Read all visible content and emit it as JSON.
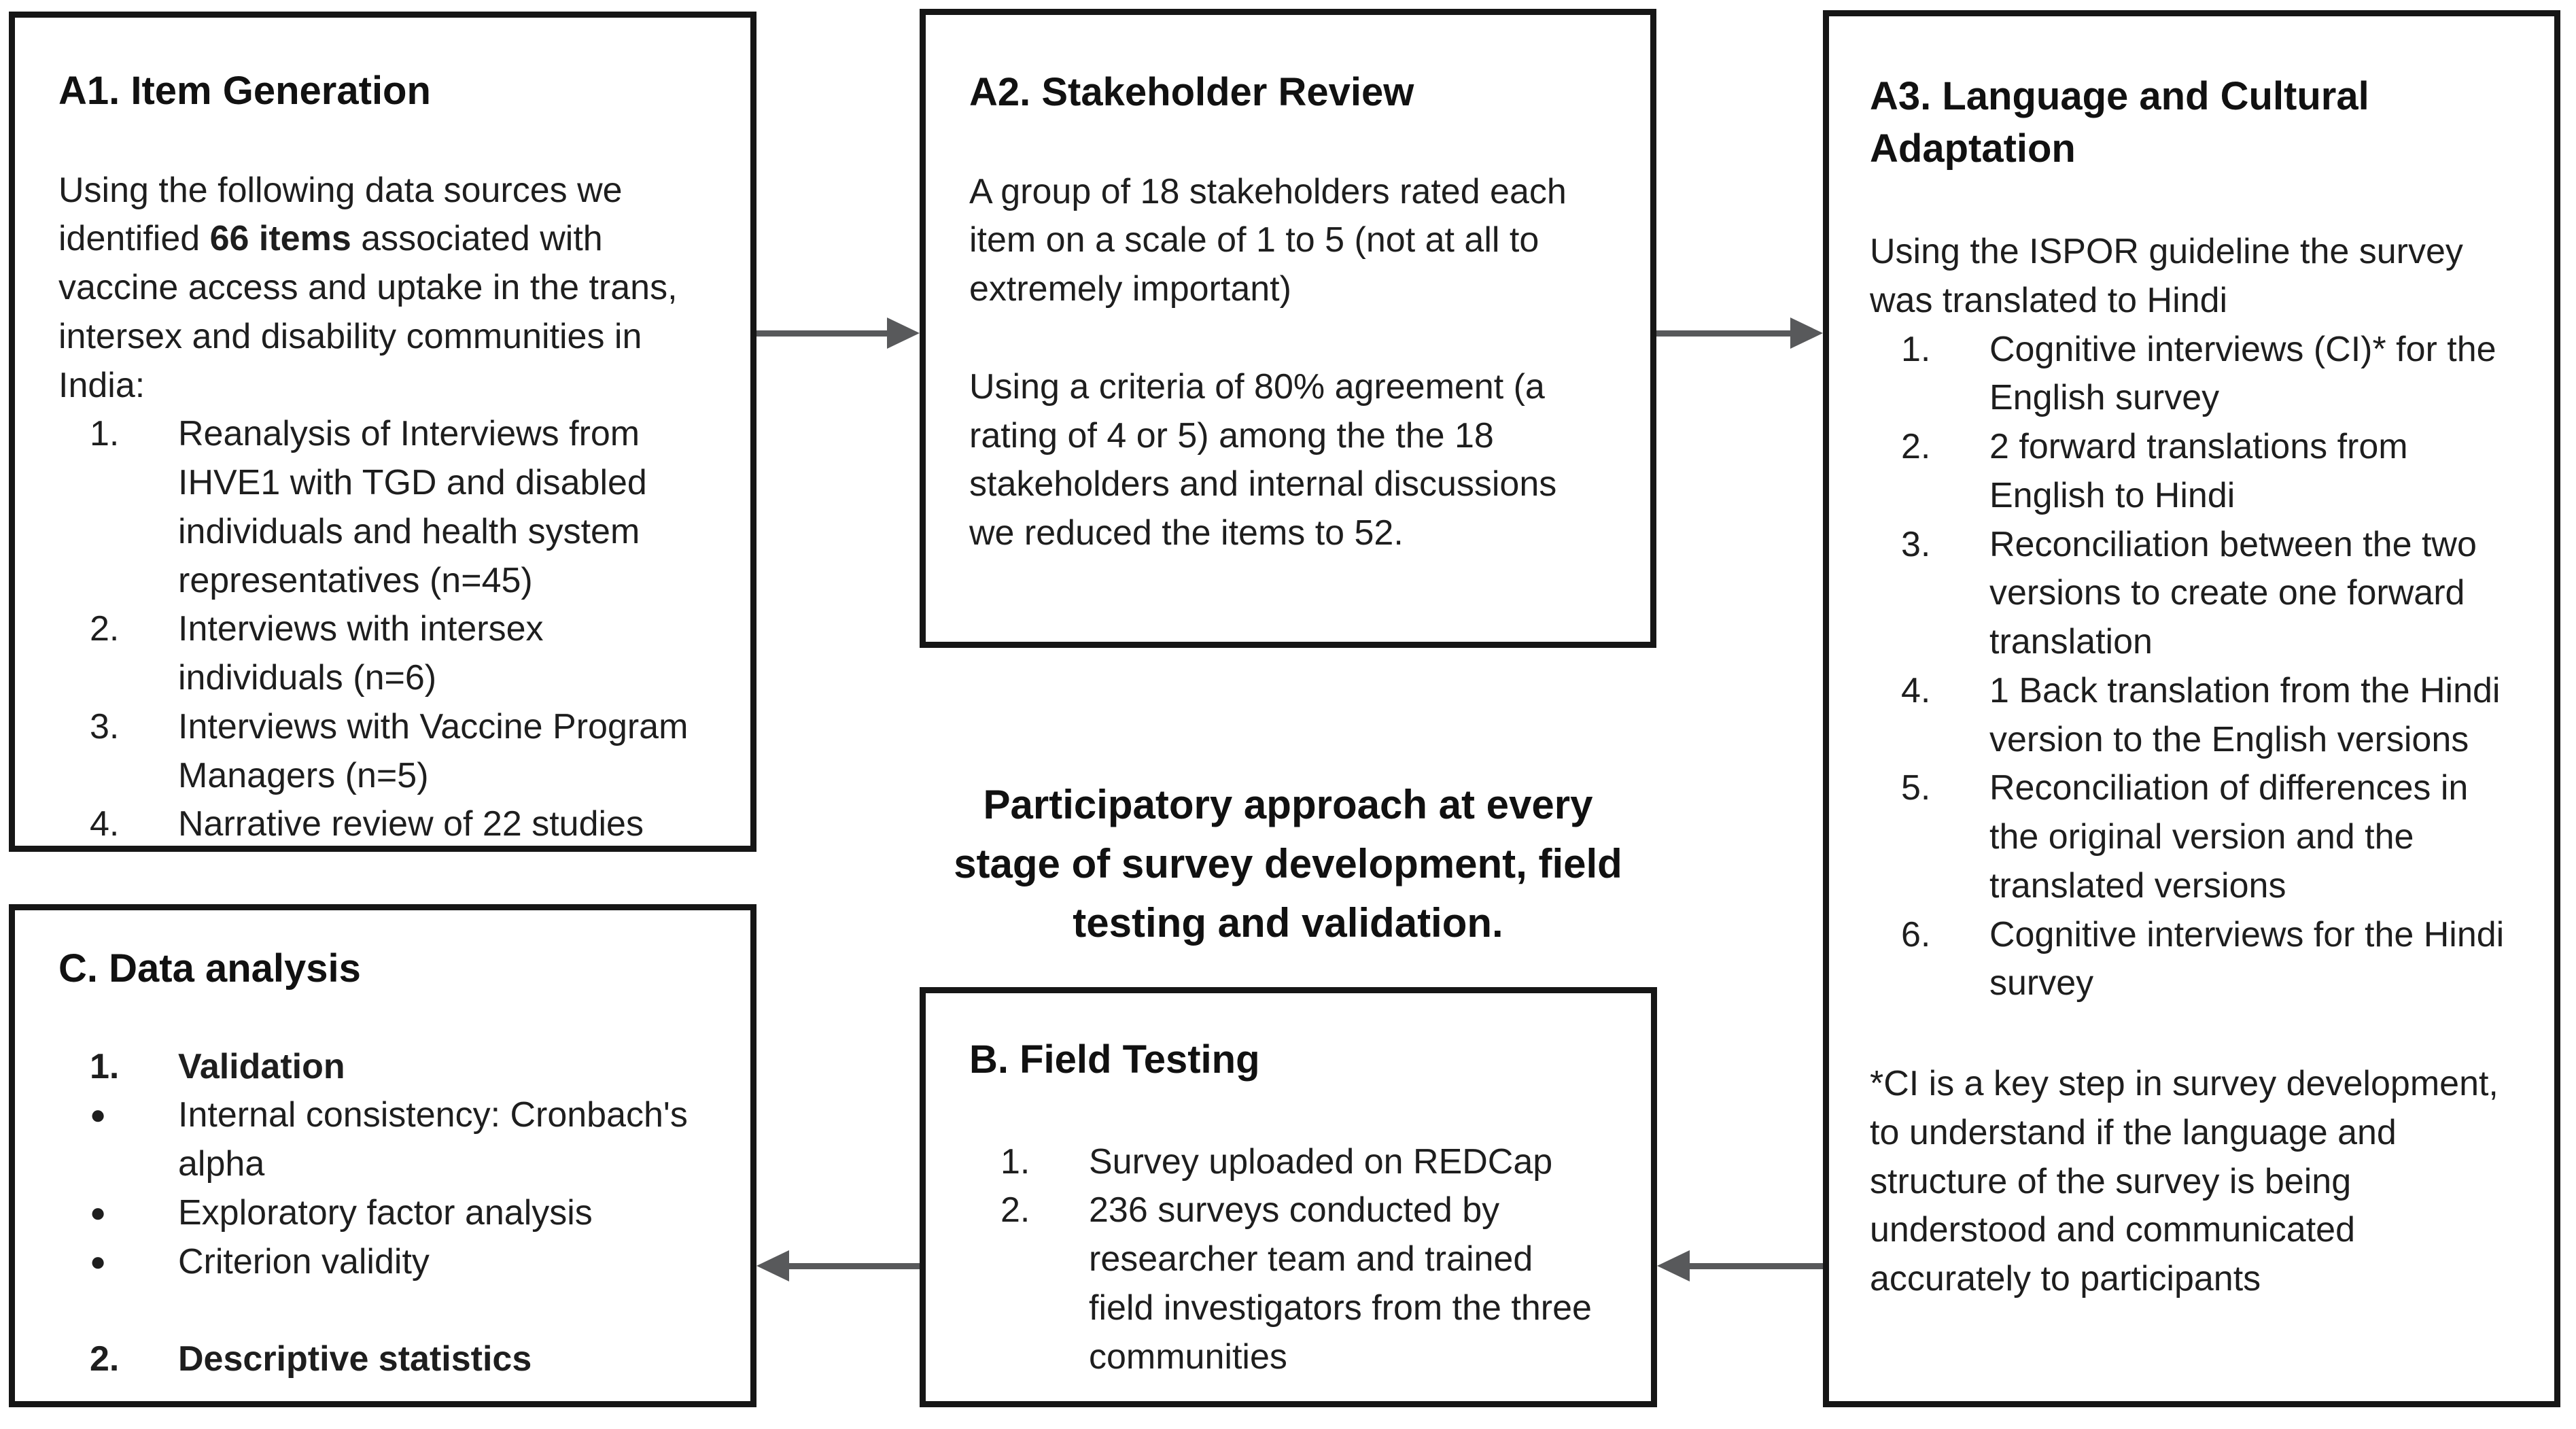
{
  "colors": {
    "background": "#ffffff",
    "box_border": "#161616",
    "text": "#1e1e1e",
    "arrow": "#58595b"
  },
  "boxes": {
    "a1": {
      "title": "A1. Item Generation",
      "intro_before": "Using the following data sources we identified ",
      "intro_bold": "66 items",
      "intro_after": " associated with vaccine access and uptake in the trans, intersex and disability communities in India:",
      "items": [
        {
          "num": "1.",
          "text": "Reanalysis of Interviews from IHVE1 with TGD and disabled individuals and health system representatives (n=45)"
        },
        {
          "num": "2.",
          "text": "Interviews with intersex individuals (n=6)"
        },
        {
          "num": "3.",
          "text": "Interviews with Vaccine Program Managers (n=5)"
        },
        {
          "num": "4.",
          "text": "Narrative review of 22 studies"
        }
      ]
    },
    "a2": {
      "title": "A2. Stakeholder Review",
      "p1": "A group of 18 stakeholders rated each item on a scale of 1 to 5 (not at all to extremely important)",
      "p2": "Using a criteria of 80% agreement (a rating of 4 or 5) among the the 18 stakeholders and internal discussions we reduced the items to 52."
    },
    "a3": {
      "title": "A3. Language and Cultural Adaptation",
      "intro": "Using the ISPOR guideline the survey was translated to Hindi",
      "items": [
        {
          "num": "1.",
          "text": "Cognitive interviews (CI)* for the English survey"
        },
        {
          "num": "2.",
          "text": "2 forward translations from English to Hindi"
        },
        {
          "num": "3.",
          "text": "Reconciliation between the two versions to create one forward translation"
        },
        {
          "num": "4.",
          "text": "1 Back translation from the Hindi version to the English versions"
        },
        {
          "num": "5.",
          "text": "Reconciliation of differences in the original version and the translated versions"
        },
        {
          "num": "6.",
          "text": "Cognitive interviews for the Hindi survey"
        }
      ],
      "footnote": "*CI is a key step in survey development, to understand if the language and structure of the survey is being understood and communicated accurately to participants"
    },
    "b": {
      "title": "B. Field Testing",
      "items": [
        {
          "num": "1.",
          "text": "Survey uploaded on REDCap"
        },
        {
          "num": "2.",
          "text": "236 surveys conducted by researcher team and trained field investigators from the three communities"
        }
      ]
    },
    "c": {
      "title": "C. Data analysis",
      "items": [
        {
          "marker": "1.",
          "text": "Validation"
        },
        {
          "marker": "●",
          "text": "Internal consistency: Cronbach's alpha"
        },
        {
          "marker": "●",
          "text": "Exploratory factor analysis"
        },
        {
          "marker": "●",
          "text": "Criterion validity"
        },
        {
          "marker": "2.",
          "text": "Descriptive statistics"
        }
      ]
    }
  },
  "center_note": {
    "line1": "Participatory approach at every",
    "line2": "stage of survey development, field",
    "line3": "testing and validation."
  },
  "arrows": [
    {
      "name": "arrow-a1-to-a2",
      "from": "A1. Item Generation",
      "to": "A2. Stakeholder Review",
      "direction": "right"
    },
    {
      "name": "arrow-a2-to-a3",
      "from": "A2. Stakeholder Review",
      "to": "A3. Language and Cultural Adaptation",
      "direction": "right"
    },
    {
      "name": "arrow-a3-to-b",
      "from": "A3. Language and Cultural Adaptation",
      "to": "B. Field Testing",
      "direction": "left"
    },
    {
      "name": "arrow-b-to-c",
      "from": "B. Field Testing",
      "to": "C. Data analysis",
      "direction": "left"
    }
  ]
}
